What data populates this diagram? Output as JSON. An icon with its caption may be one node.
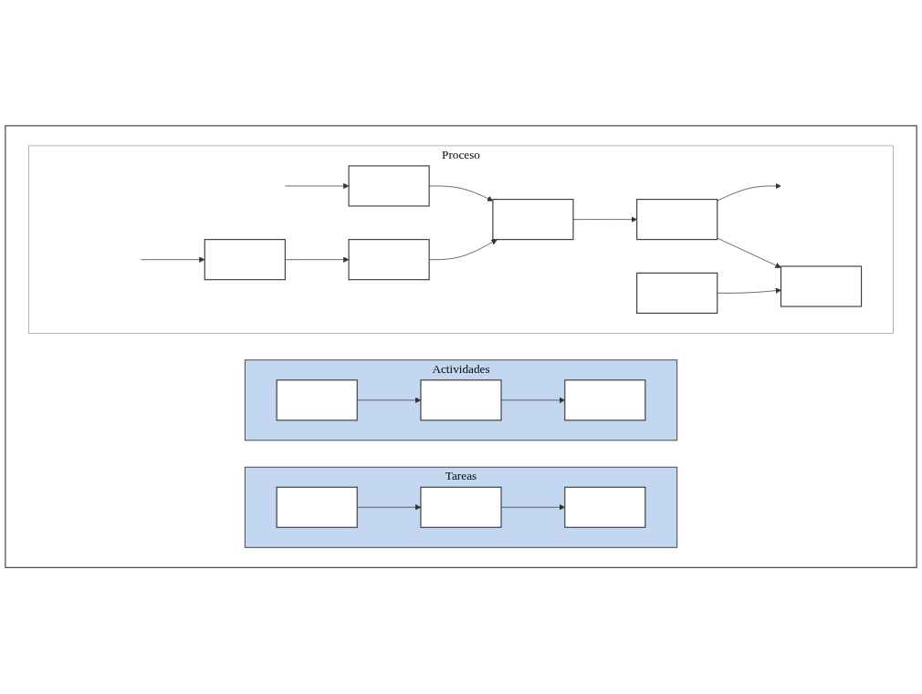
{
  "diagram": {
    "nodes": [
      {
        "text": [],
        "shape": "box"
      },
      {
        "text": [
          "Proceso"
        ],
        "in": 0
      },
      {
        "text": [],
        "shape": "box",
        "in": 1
      },
      {
        "text": [],
        "shape": "box",
        "in": 1
      },
      {
        "text": [],
        "shape": "box",
        "in": 1
      },
      {
        "text": [],
        "shape": "box",
        "in": 1
      },
      {
        "text": [],
        "shape": "box",
        "in": 1
      },
      {
        "text": [],
        "shape": "box",
        "in": 1
      },
      {
        "text": [],
        "shape": "box",
        "in": 1
      },
      {
        "text": [
          "Actividades"
        ],
        "in": 0
      },
      {
        "text": [],
        "shape": "box",
        "in": 9
      },
      {
        "text": [],
        "shape": "box",
        "in": 9
      },
      {
        "text": [],
        "shape": "box",
        "in": 9
      },
      {
        "text": [
          "Tareas"
        ],
        "in": 0
      },
      {
        "text": [],
        "shape": "box",
        "in": 13
      },
      {
        "text": [],
        "shape": "box",
        "in": 13
      },
      {
        "text": [],
        "shape": "box",
        "in": 13
      }
    ],
    "edges": [
      {
        "from": null,
        "to": 2,
        "arrow": "to"
      },
      {
        "from": null,
        "to": 5,
        "arrow": "to"
      },
      {
        "from": 2,
        "to": 3,
        "arrow": "to"
      },
      {
        "from": 6,
        "to": 3,
        "arrow": "to"
      },
      {
        "from": 5,
        "to": 6,
        "arrow": "to"
      },
      {
        "from": 3,
        "to": 4,
        "arrow": "to"
      },
      {
        "from": 4,
        "to": null,
        "arrow": "to"
      },
      {
        "from": 4,
        "to": 8,
        "arrow": "to"
      },
      {
        "from": 7,
        "to": 8,
        "arrow": "to"
      },
      {
        "from": 10,
        "to": 11,
        "arrow": "to"
      },
      {
        "from": 11,
        "to": 12,
        "arrow": "to"
      },
      {
        "from": 14,
        "to": 15,
        "arrow": "to"
      },
      {
        "from": 15,
        "to": 16,
        "arrow": "to"
      }
    ]
  }
}
